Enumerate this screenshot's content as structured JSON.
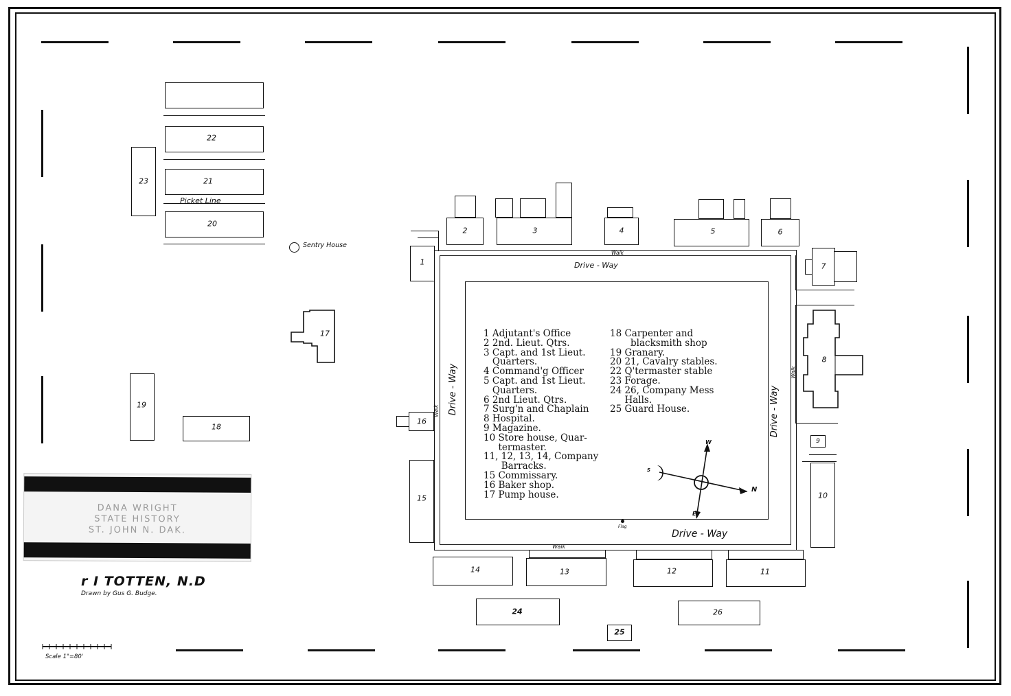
{
  "map": {
    "title": "r I TOTTEN, N.D",
    "drawn_by": "Drawn by Gus G. Budge.",
    "scale": "Scale 1\"=80'",
    "stamp": [
      "DANA WRIGHT",
      "STATE HISTORY",
      "ST. JOHN N. DAK."
    ]
  },
  "labels": {
    "picket_line": "Picket Line",
    "sentry_house": "Sentry House",
    "drive_way_top": "Drive - Way",
    "drive_way_left": "Drive - Way",
    "drive_way_right": "Drive - Way",
    "drive_way_bottom": "Drive - Way",
    "walk_top": "Walk",
    "walk_left": "Walk",
    "walk_right": "Walk",
    "walk_bottom": "Walk",
    "flag": "Flag"
  },
  "compass": {
    "w": "W",
    "n": "N",
    "e": "E",
    "s": "S"
  },
  "buildings": {
    "b1": "1",
    "b2": "2",
    "b3": "3",
    "b4": "4",
    "b5": "5",
    "b6": "6",
    "b7": "7",
    "b8": "8",
    "b9": "9",
    "b10": "10",
    "b11": "11",
    "b12": "12",
    "b13": "13",
    "b14": "14",
    "b15": "15",
    "b16": "16",
    "b17": "17",
    "b18": "18",
    "b19": "19",
    "b20": "20",
    "b21": "21",
    "b22": "22",
    "b23": "23",
    "b24": "24",
    "b25": "25",
    "b26": "26"
  },
  "legend_left": [
    "1 Adjutant's Office",
    "2 2nd. Lieut. Qtrs.",
    "3 Capt. and 1st Lieut.",
    "   Quarters.",
    "4 Command'g Officer",
    "5 Capt. and 1st Lieut.",
    "   Quarters.",
    "6 2nd Lieut. Qtrs.",
    "7 Surg'n and Chaplain",
    "8 Hospital.",
    "9 Magazine.",
    "10 Store house, Quar-",
    "     termaster.",
    "11, 12, 13, 14, Company",
    "      Barracks.",
    "15 Commissary.",
    "16 Baker shop.",
    "17 Pump house."
  ],
  "legend_right": [
    "18 Carpenter and",
    "       blacksmith shop",
    "19 Granary.",
    "20 21, Cavalry stables.",
    "22 Q'termaster stable",
    "23 Forage.",
    "24 26, Company Mess",
    "     Halls.",
    "25 Guard House."
  ]
}
